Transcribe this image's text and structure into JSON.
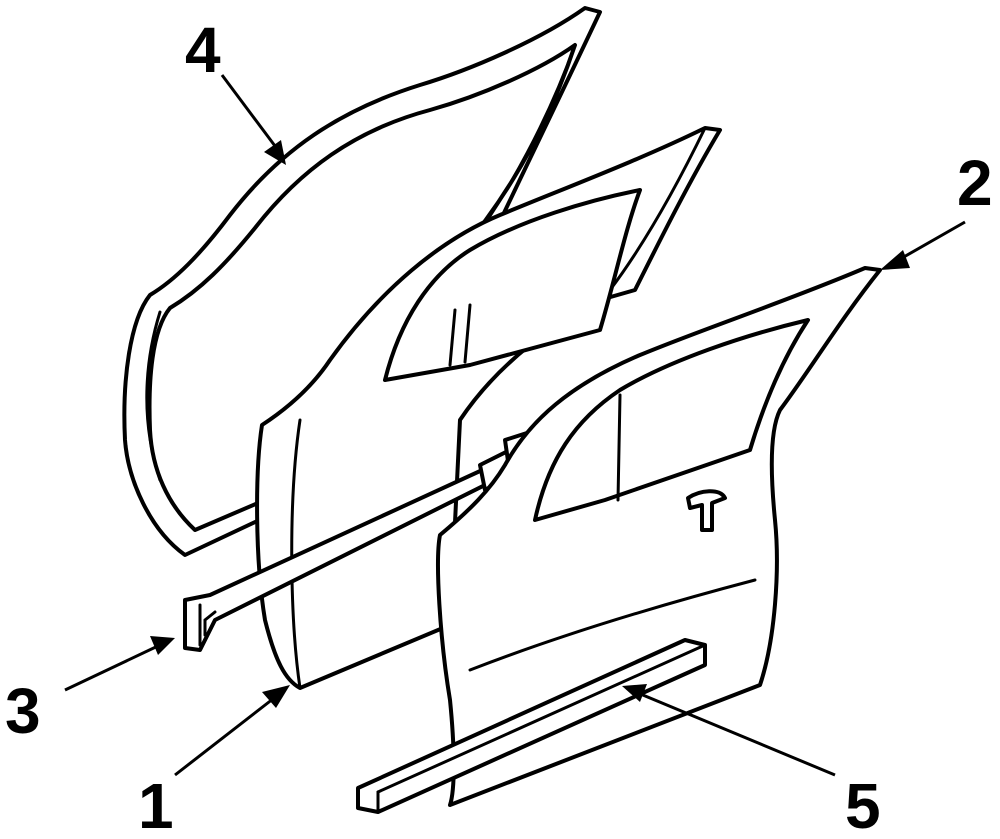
{
  "callouts": [
    {
      "label": "1",
      "part": "door-shell"
    },
    {
      "label": "2",
      "part": "outer-door-panel"
    },
    {
      "label": "3",
      "part": "side-impact-beam"
    },
    {
      "label": "4",
      "part": "door-weatherstrip"
    },
    {
      "label": "5",
      "part": "body-side-molding"
    }
  ],
  "colors": {
    "ink": "#000000",
    "paper": "#ffffff"
  }
}
